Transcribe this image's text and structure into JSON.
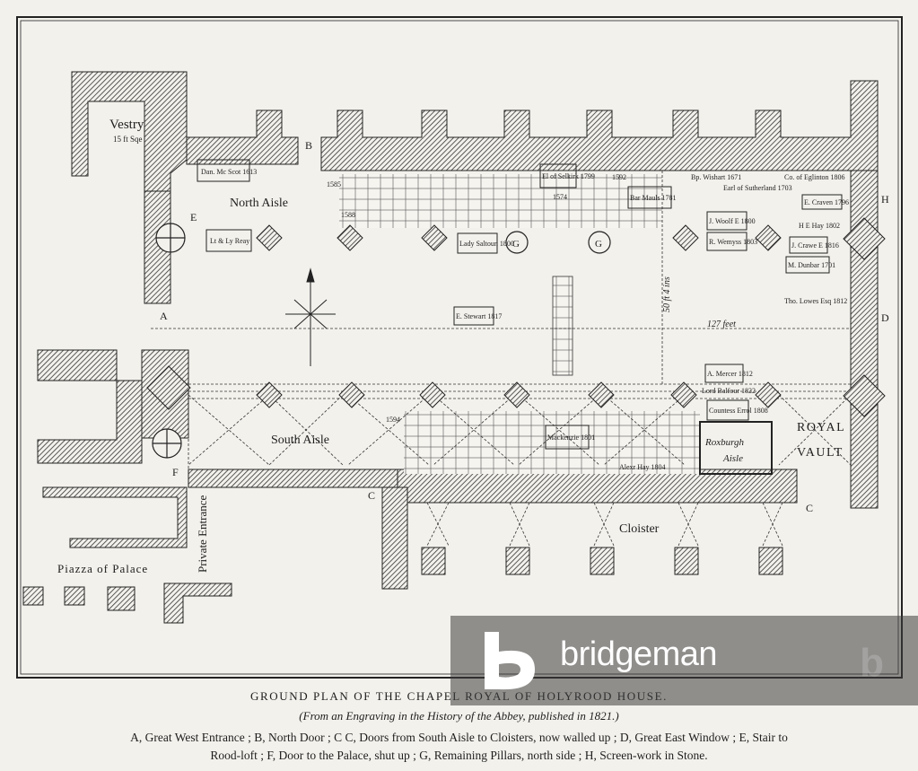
{
  "plan": {
    "labels": {
      "vestry": "Vestry",
      "vestry_size": "15 ft Sqe",
      "north_aisle": "North Aisle",
      "south_aisle": "South Aisle",
      "royal": "ROYAL",
      "vault": "VAULT",
      "roxburgh": "Roxburgh",
      "aisle": "Aisle",
      "cloister": "Cloister",
      "private_entrance": "Private Entrance",
      "piazza": "Piazza of Palace",
      "dim_127": "127 feet",
      "dim_50": "50 ft 4 ins"
    },
    "letters": {
      "a": "A",
      "b": "B",
      "c1": "C",
      "c2": "C",
      "d": "D",
      "e": "E",
      "f": "F",
      "g1": "G",
      "g2": "G",
      "h": "H"
    },
    "tablets": {
      "dan_scot": "Dan. Mc Scot 1613",
      "lt_ly_reay": "Lt & Ly Reay",
      "earl_selkirk": "El of Selkirk 1799",
      "bar_mauls": "Bar Mauls 1781",
      "bp_wishart": "Bp. Wishart 1671",
      "earl_sutherland": "Earl of Sutherland 1703",
      "co_eglinton": "Co. of Eglinton 1806",
      "e_craven": "E. Craven 1796",
      "j_woolf": "J. Woolf E 1800",
      "r_ewart": "R. Wemyss 1803",
      "h_e_hay": "H E Hay 1802",
      "j_crawe": "J. Crawe E 1816",
      "m_dunbar": "M. Dunbar 1701",
      "tho_lowes": "Tho. Lowes Esq 1812",
      "lady_saltoun": "Lady Saltoun 1800",
      "e_stewart": "E. Stewart 1817",
      "a_mercer": "A. Mercer 1812",
      "lord_balfour": "Lord Balfour 1822",
      "countess_errol": "Countess Errol 1808",
      "alex_hay": "Alexr Hay 1804",
      "mackenzie": "Mackenzie 1801",
      "y1592": "1592",
      "y1585": "1585",
      "y1588": "1588",
      "y1574": "1574",
      "y1594": "1594"
    }
  },
  "caption": {
    "title": "GROUND PLAN OF THE CHAPEL ROYAL OF HOLYROOD HOUSE.",
    "subtitle": "(From an Engraving in the History of the Abbey, published in 1821.)",
    "key_line1": "A, Great West Entrance ; B, North Door ; C C, Doors from South Aisle to Cloisters, now walled up ; D, Great East Window ; E, Stair to",
    "key_line2": "Rood-loft ; F, Door to the Palace, shut up ; G, Remaining Pillars, north side ; H, Screen-work in Stone."
  },
  "watermark": {
    "brand": "bridgeman"
  },
  "colors": {
    "ink": "#1e1e1e",
    "paper": "#f3f1ec",
    "hatch": "#555555"
  }
}
